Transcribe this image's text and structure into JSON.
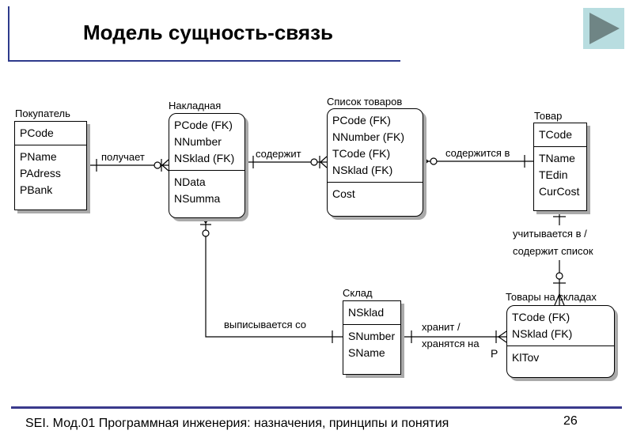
{
  "slide": {
    "title": "Модель сущность-связь",
    "footer": "SEI. Мод.01 Программная инженерия: назначения, принципы и понятия",
    "page_number": "26",
    "nav_icon": "play-next-icon"
  },
  "entities": {
    "pokupatel": {
      "title": "Покупатель",
      "keys": [
        "PCode"
      ],
      "attrs": [
        "PName",
        "PAdress",
        "PBank"
      ]
    },
    "nakladnaya": {
      "title": "Накладная",
      "keys": [
        "PCode (FK)",
        "NNumber",
        "NSklad (FK)"
      ],
      "attrs": [
        "NData",
        "NSumma"
      ]
    },
    "spisok": {
      "title": "Список товаров",
      "keys": [
        "PCode (FK)",
        "NNumber (FK)",
        "TCode (FK)",
        "NSklad (FK)"
      ],
      "attrs": [
        "Cost"
      ]
    },
    "tovar": {
      "title": "Товар",
      "keys": [
        "TCode"
      ],
      "attrs": [
        "TName",
        "TEdin",
        "CurCost"
      ]
    },
    "sklad": {
      "title": "Склад",
      "keys": [
        "NSklad"
      ],
      "attrs": [
        "SNumber",
        "SName"
      ]
    },
    "tovary_na_skladah": {
      "title": "Товары на складах",
      "keys": [
        "TCode (FK)",
        "NSklad (FK)"
      ],
      "attrs": [
        "KlTov"
      ]
    }
  },
  "relationships": {
    "poluchaet": "получает",
    "soderzhit": "содержит",
    "soderzhitsya": "содержится в",
    "uchityvaetsya_1": "учитывается в /",
    "uchityvaetsya_2": "содержит список",
    "vypisyvaetsya": "выписывается со",
    "hranit_1": "хранит /",
    "hranit_2": "хранятся на",
    "p_marker": "P"
  }
}
